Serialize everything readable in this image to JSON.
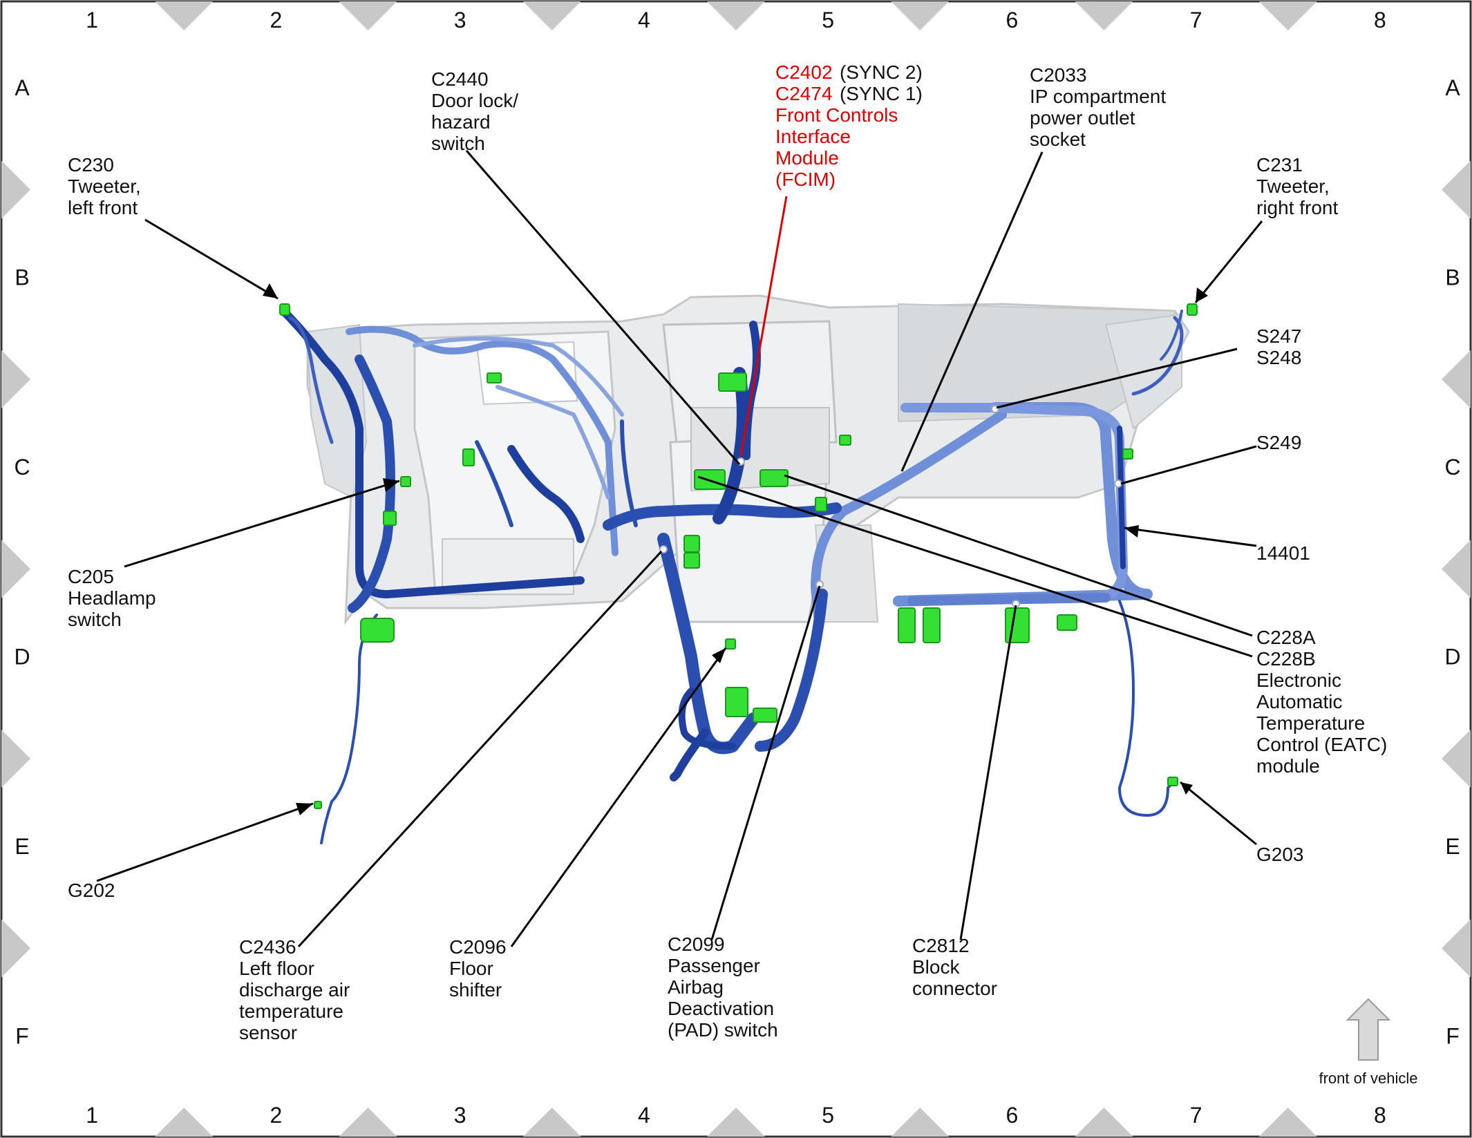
{
  "grid": {
    "columns": [
      "1",
      "2",
      "3",
      "4",
      "5",
      "6",
      "7",
      "8"
    ],
    "rows": [
      "A",
      "B",
      "C",
      "D",
      "E",
      "F"
    ]
  },
  "callouts": {
    "c230": [
      "C230",
      "Tweeter,",
      "left front"
    ],
    "c231": [
      "C231",
      "Tweeter,",
      "right front"
    ],
    "c2440": [
      "C2440",
      "Door lock/",
      "hazard",
      "switch"
    ],
    "c2033": [
      "C2033",
      "IP compartment",
      "power outlet",
      "socket"
    ],
    "fcim": {
      "code_a": "C2402",
      "note_a": "(SYNC 2)",
      "code_b": "C2474",
      "note_b": "(SYNC 1)",
      "lines": [
        "Front Controls",
        "Interface",
        "Module",
        "(FCIM)"
      ]
    },
    "s247_s248": [
      "S247",
      "S248"
    ],
    "s249": [
      "S249"
    ],
    "h14401": [
      "14401"
    ],
    "c205": [
      "C205",
      "Headlamp",
      "switch"
    ],
    "c228": [
      "C228A",
      "C228B",
      "Electronic",
      "Automatic",
      "Temperature",
      "Control (EATC)",
      "module"
    ],
    "g202": [
      "G202"
    ],
    "g203": [
      "G203"
    ],
    "c2436": [
      "C2436",
      "Left floor",
      "discharge air",
      "temperature",
      "sensor"
    ],
    "c2096": [
      "C2096",
      "Floor",
      "shifter"
    ],
    "c2099": [
      "C2099",
      "Passenger",
      "Airbag",
      "Deactivation",
      "(PAD) switch"
    ],
    "c2812": [
      "C2812",
      "Block",
      "connector"
    ]
  },
  "legend": {
    "front_of_vehicle": "front of vehicle"
  },
  "colors": {
    "harness_dark": "#1f3f9f",
    "harness_light": "#6f8fd8",
    "connector": "#33e033",
    "panel": "#e9ebec",
    "panel_edge": "#c4c7ca",
    "callout_red": "#e00000",
    "border_marker": "#c8c8c8"
  }
}
